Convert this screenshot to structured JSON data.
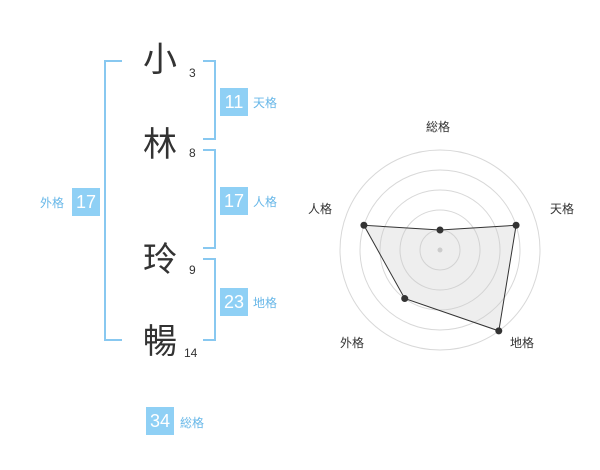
{
  "name_chars": [
    {
      "char": "小",
      "strokes": "3"
    },
    {
      "char": "林",
      "strokes": "8"
    },
    {
      "char": "玲",
      "strokes": "9"
    },
    {
      "char": "暢",
      "strokes": "14"
    }
  ],
  "fortunes": {
    "tenkaku": {
      "value": "11",
      "label": "天格"
    },
    "jinkaku": {
      "value": "17",
      "label": "人格"
    },
    "chikaku": {
      "value": "23",
      "label": "地格"
    },
    "gaikaku": {
      "value": "17",
      "label": "外格"
    },
    "soukaku": {
      "value": "34",
      "label": "総格"
    }
  },
  "colors": {
    "accent": "#8fd0f5",
    "bracket": "#88c8f0",
    "label": "#67b7e8",
    "text": "#333333"
  },
  "chart_data": {
    "type": "radar",
    "axes": [
      "総格",
      "天格",
      "地格",
      "外格",
      "人格"
    ],
    "values": [
      1,
      4,
      5,
      3,
      4
    ],
    "max": 5,
    "rings": 5
  }
}
